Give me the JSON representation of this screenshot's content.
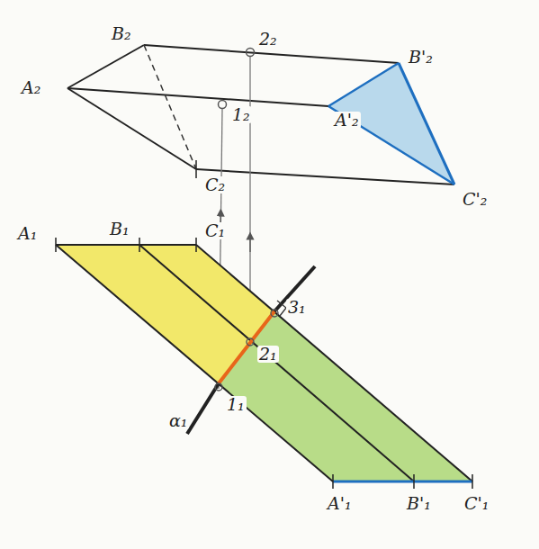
{
  "diagram": {
    "labels": [
      "A₂",
      "B₂",
      "2₂",
      "1₂",
      "B'₂",
      "A'₂",
      "C₂",
      "C'₂",
      "A₁",
      "B₁",
      "C₁",
      "3₁",
      "2₁",
      "1₁",
      "α₁",
      "A'₁",
      "B'₁",
      "C'₁"
    ]
  }
}
